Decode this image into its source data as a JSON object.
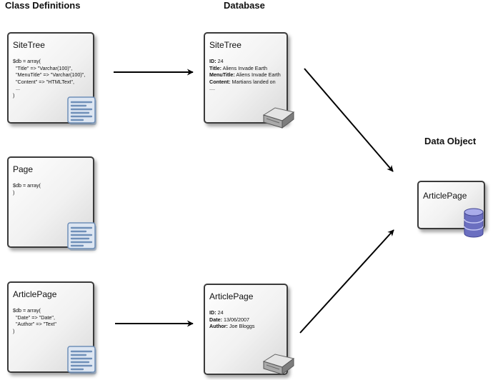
{
  "headings": {
    "class_definitions": "Class Definitions",
    "database": "Database",
    "data_object": "Data Object"
  },
  "class_cards": [
    {
      "title": "SiteTree",
      "code": "$db = array(\n  \"Title\" => \"Varchar(100)\",\n  \"MenuTitle\" => \"Varchar(100)\",\n  \"Content\" => \"HTMLText\",\n  ...\n)",
      "icon": "document-lines-icon"
    },
    {
      "title": "Page",
      "code": "$db = array(\n)",
      "icon": "document-lines-icon"
    },
    {
      "title": "ArticlePage",
      "code": "$db = array(\n  \"Date\" => \"Date\",\n  \"Author\" => \"Text\"\n)",
      "icon": "document-lines-icon"
    }
  ],
  "db_cards": [
    {
      "title": "SiteTree",
      "fields": [
        {
          "label": "ID:",
          "value": "24"
        },
        {
          "label": "Title:",
          "value": "Aliens Invade Earth"
        },
        {
          "label": "MenuTitle:",
          "value": "Aliens Invade Earth"
        },
        {
          "label": "Content:",
          "value": "Martians landed on"
        }
      ],
      "trailing": "....",
      "icon": "drive-icon"
    },
    {
      "title": "ArticlePage",
      "fields": [
        {
          "label": "ID:",
          "value": "24"
        },
        {
          "label": "Date:",
          "value": "13/06/2007"
        },
        {
          "label": "Author:",
          "value": "Joe Bloggs"
        }
      ],
      "trailing": "",
      "icon": "drive-icon"
    }
  ],
  "data_object": {
    "title": "ArticlePage",
    "icon": "database-icon"
  },
  "colors": {
    "card_border": "#3a3a3a",
    "doc_icon": "#6f8fb8",
    "database_icon": "#6b6fc0",
    "arrow": "#000000"
  }
}
